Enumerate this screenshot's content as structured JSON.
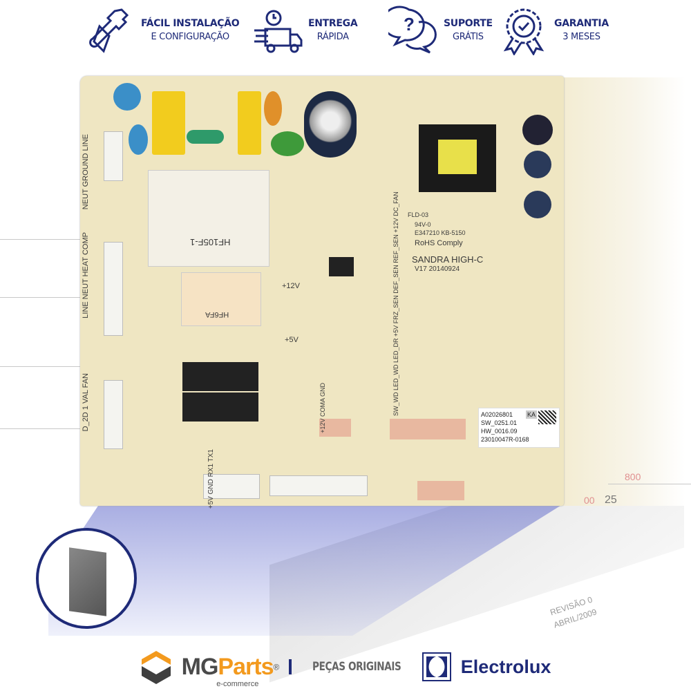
{
  "badges": [
    {
      "icon": "wrench-hand-icon",
      "title": "FÁCIL INSTALAÇÃO",
      "subtitle": "E CONFIGURAÇÃO"
    },
    {
      "icon": "delivery-truck-icon",
      "title": "ENTREGA",
      "subtitle": "RÁPIDA"
    },
    {
      "icon": "chat-question-icon",
      "title": "SUPORTE",
      "subtitle": "GRÁTIS"
    },
    {
      "icon": "award-ribbon-icon",
      "title": "GARANTIA",
      "subtitle": "3 MESES"
    }
  ],
  "board": {
    "brand": "SANDRA HIGH-C",
    "version": "V17 20140924",
    "fld": "FLD-03",
    "grade": "94V-0",
    "cert": "E347210 KB-5150",
    "rohs": "RoHS Comply",
    "relay": "HF105F-1",
    "relay2": "HF6FA",
    "connectors": {
      "p1": "NEUT GROUND LINE",
      "p12": "LINE NEUT HEAT COMP",
      "p11": "D_2D 1 VAL FAN",
      "p7": "+5V GND RX1 TX1",
      "p8": "+12V COMA GND",
      "p10": "SW_WD LED_WD LED_DR +5V FRZ_SEN DEF_SEN REF_SEN +12V DC_FAN",
      "v12": "+12V",
      "v5": "+5V"
    },
    "sticker": [
      "A02026801",
      "SW_0251.01",
      "HW_0016.09",
      "23010047R-0168"
    ],
    "sticker_tag": "KA"
  },
  "drawing": {
    "n800": "800",
    "n25": "25",
    "n00": "00",
    "rev": "REVISÃO 0",
    "date": "ABRIL/2009"
  },
  "footer": {
    "mg": "MG",
    "parts": "Parts",
    "reg": "®",
    "ecommerce": "e-commerce",
    "original": "PEÇAS ORIGINAIS",
    "electrolux": "Electrolux"
  },
  "colors": {
    "navy": "#1e2a78",
    "orange": "#f39a1e",
    "board": "#efe6c2"
  }
}
